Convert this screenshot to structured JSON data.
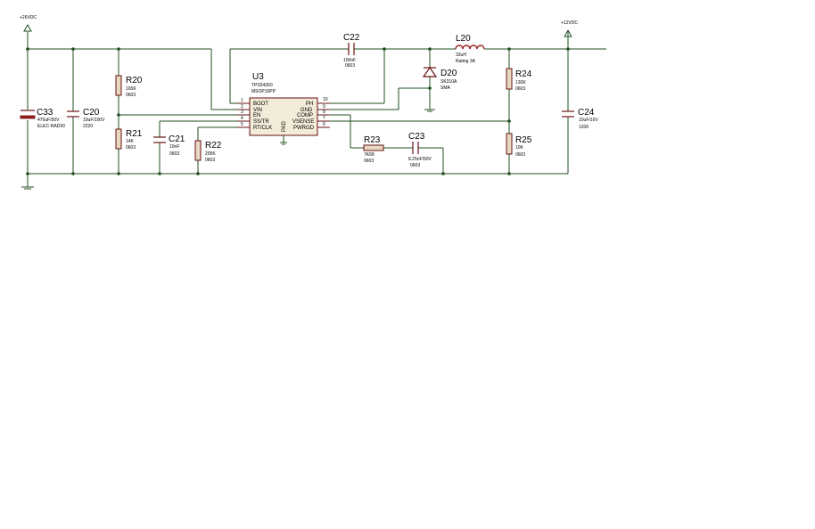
{
  "power": {
    "vin_label": "+26VDC",
    "vout_label": "+12VDC"
  },
  "ic": {
    "ref": "U3",
    "part": "TPS54360",
    "package": "MSOP10PP",
    "pins_left": [
      {
        "num": "1",
        "name": "BOOT"
      },
      {
        "num": "2",
        "name": "VIN"
      },
      {
        "num": "3",
        "name": "EN"
      },
      {
        "num": "4",
        "name": "SS/TR"
      },
      {
        "num": "5",
        "name": "RT/CLK"
      }
    ],
    "pins_right": [
      {
        "num": "10",
        "name": "PH"
      },
      {
        "num": "9",
        "name": "GND"
      },
      {
        "num": "8",
        "name": "COMP"
      },
      {
        "num": "7",
        "name": "VSENSE"
      },
      {
        "num": "6",
        "name": "PWRGD"
      }
    ],
    "pad_label": "PAD"
  },
  "components": {
    "c33": {
      "ref": "C33",
      "value": "470uF/50V",
      "package": "ELEC-RAD30"
    },
    "c20": {
      "ref": "C20",
      "value": "10uF/100V",
      "package": "2220"
    },
    "r20": {
      "ref": "R20",
      "value": "165K",
      "package": "0603"
    },
    "r21": {
      "ref": "R21",
      "value": "14K",
      "package": "0603"
    },
    "c21": {
      "ref": "C21",
      "value": "10nF",
      "package": "0603"
    },
    "r22": {
      "ref": "R22",
      "value": "205K",
      "package": "0603"
    },
    "c22": {
      "ref": "C22",
      "value": "100nF",
      "package": "0603"
    },
    "l20": {
      "ref": "L20",
      "value": "33uH",
      "package": "Rating 3A"
    },
    "d20": {
      "ref": "D20",
      "value": "SK310A",
      "package": "SMA"
    },
    "r23": {
      "ref": "R23",
      "value": "7K68",
      "package": "0603"
    },
    "c23": {
      "ref": "C23",
      "value": "8.25nF/50V",
      "package": "0603"
    },
    "r24": {
      "ref": "R24",
      "value": "130K",
      "package": "0603"
    },
    "r25": {
      "ref": "R25",
      "value": "10K",
      "package": "0603"
    },
    "c24": {
      "ref": "C24",
      "value": "10uF/16V",
      "package": "1206"
    }
  }
}
